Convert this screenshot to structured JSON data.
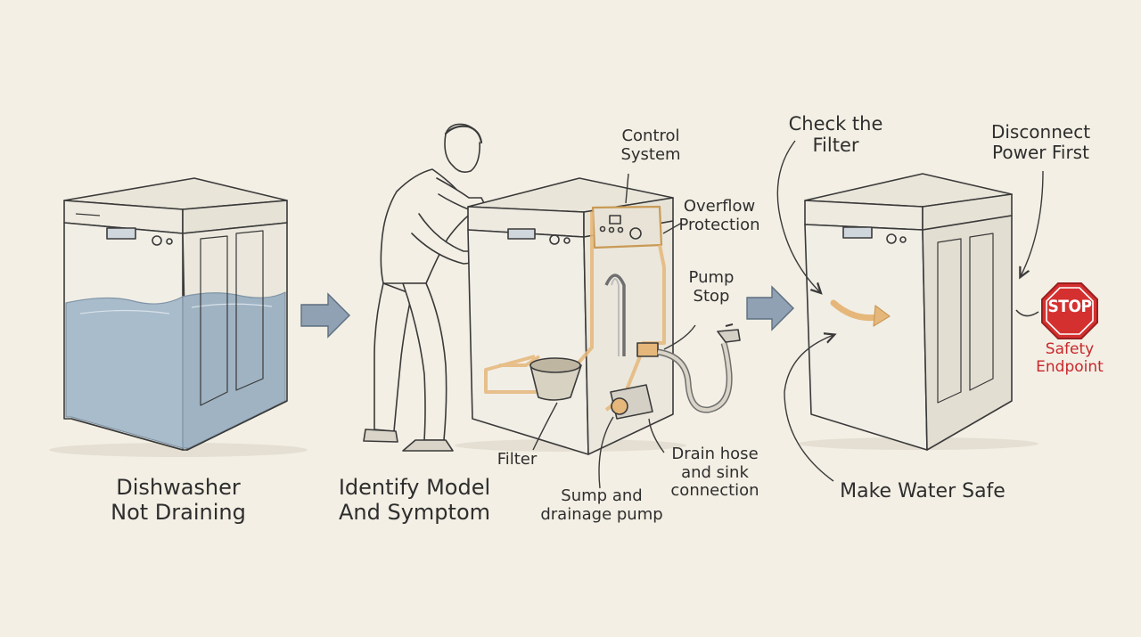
{
  "steps": {
    "step1": {
      "line1": "Dishwasher",
      "line2": "Not Draining"
    },
    "step2": {
      "line1": "Identify Model",
      "line2": "And Symptom"
    },
    "step3": {
      "label": "Make Water Safe"
    }
  },
  "parts": {
    "control": {
      "line1": "Control",
      "line2": "System"
    },
    "overflow": {
      "line1": "Overflow",
      "line2": "Protection"
    },
    "pump_stop": {
      "line1": "Pump",
      "line2": "Stop"
    },
    "filter": "Filter",
    "sump": {
      "line1": "Sump and",
      "line2": "drainage pump"
    },
    "drain": {
      "line1": "Drain hose",
      "line2": "and sink",
      "line3": "connection"
    }
  },
  "callouts": {
    "check_filter": {
      "line1": "Check the",
      "line2": "Filter"
    },
    "disconnect": {
      "line1": "Disconnect",
      "line2": "Power First"
    },
    "safety": {
      "line1": "Safety",
      "line2": "Endpoint"
    },
    "stop_sign": "STOP"
  },
  "colors": {
    "water": "#a9bccb",
    "arrow": "#8fa1b2",
    "highlight": "#e6b77a",
    "stop_red": "#d4302f",
    "line": "#3a3a3a"
  }
}
